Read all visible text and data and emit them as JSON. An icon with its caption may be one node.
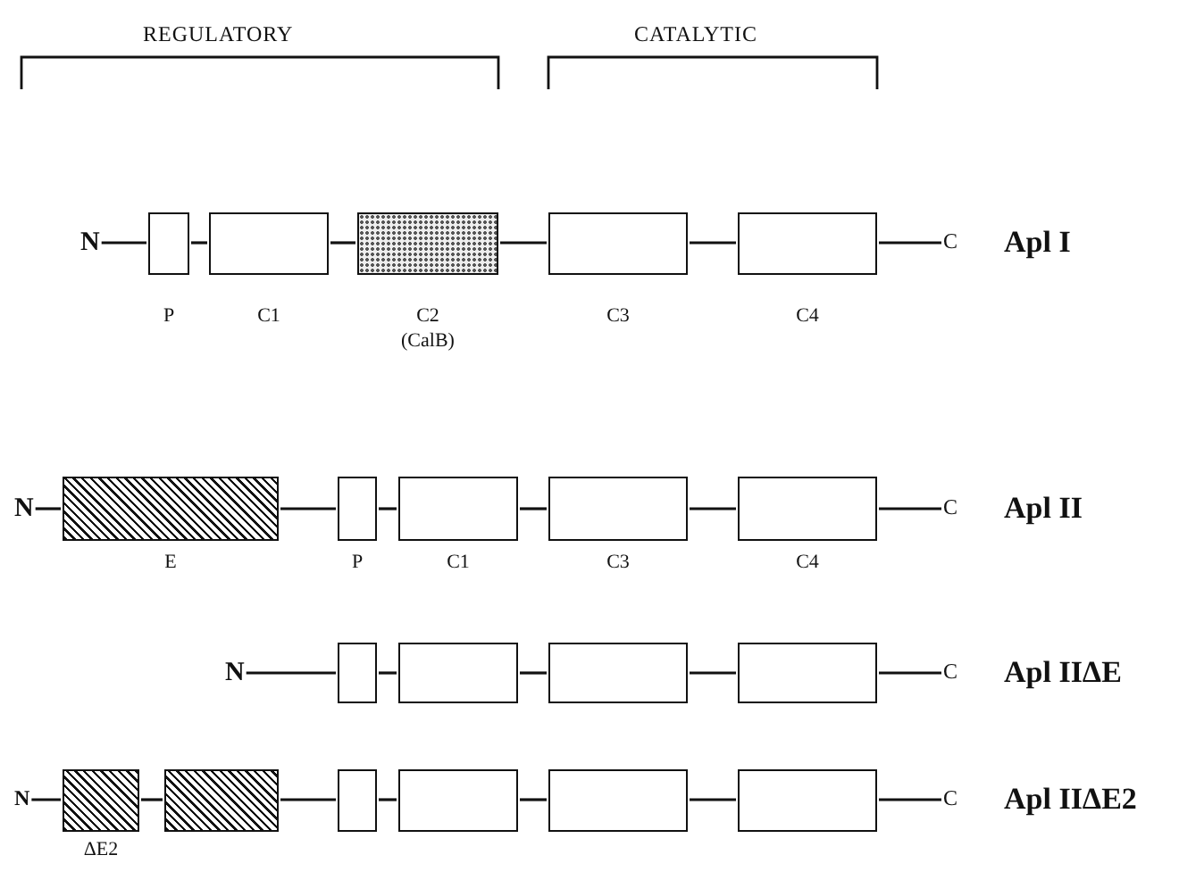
{
  "diagram": {
    "nodes": [
      {
        "text": [
          "N"
        ]
      },
      {
        "text": [],
        "shape": "box",
        "beside": [
          "P"
        ]
      },
      {
        "text": [],
        "shape": "box",
        "beside": [
          "C1"
        ]
      },
      {
        "text": [],
        "shape": "box",
        "beside": [
          "C2",
          "(CalB)"
        ]
      },
      {
        "text": [],
        "shape": "box",
        "beside": [
          "C3"
        ]
      },
      {
        "text": [],
        "shape": "box",
        "beside": [
          "C4"
        ]
      },
      {
        "text": [
          "C"
        ]
      },
      {
        "text": [
          "N"
        ]
      },
      {
        "text": [],
        "shape": "box",
        "beside": [
          "E"
        ]
      },
      {
        "text": [],
        "shape": "box",
        "beside": [
          "P"
        ]
      },
      {
        "text": [],
        "shape": "box",
        "beside": [
          "C1"
        ]
      },
      {
        "text": [],
        "shape": "box",
        "beside": [
          "C3"
        ]
      },
      {
        "text": [],
        "shape": "box",
        "beside": [
          "C4"
        ]
      },
      {
        "text": [
          "C"
        ]
      },
      {
        "text": [
          "N"
        ]
      },
      {
        "text": [],
        "shape": "box"
      },
      {
        "text": [],
        "shape": "box"
      },
      {
        "text": [],
        "shape": "box"
      },
      {
        "text": [],
        "shape": "box"
      },
      {
        "text": [
          "C"
        ]
      },
      {
        "text": [
          "N"
        ]
      },
      {
        "text": [],
        "shape": "box",
        "beside": [
          "ΔE2"
        ]
      },
      {
        "text": [],
        "shape": "box"
      },
      {
        "text": [],
        "shape": "box"
      },
      {
        "text": [],
        "shape": "box"
      },
      {
        "text": [],
        "shape": "box"
      },
      {
        "text": [],
        "shape": "box"
      },
      {
        "text": [
          "C"
        ]
      }
    ],
    "edges": [
      {
        "from": 0,
        "to": 1,
        "arrow": "none"
      },
      {
        "from": 1,
        "to": 2,
        "arrow": "none"
      },
      {
        "from": 2,
        "to": 3,
        "arrow": "none"
      },
      {
        "from": 3,
        "to": 4,
        "arrow": "none"
      },
      {
        "from": 4,
        "to": 5,
        "arrow": "none"
      },
      {
        "from": 5,
        "to": 6,
        "arrow": "none"
      },
      {
        "from": 7,
        "to": 8,
        "arrow": "none"
      },
      {
        "from": 8,
        "to": 9,
        "arrow": "none"
      },
      {
        "from": 9,
        "to": 10,
        "arrow": "none"
      },
      {
        "from": 10,
        "to": 11,
        "arrow": "none"
      },
      {
        "from": 11,
        "to": 12,
        "arrow": "none"
      },
      {
        "from": 12,
        "to": 13,
        "arrow": "none"
      },
      {
        "from": 14,
        "to": 15,
        "arrow": "none"
      },
      {
        "from": 15,
        "to": 16,
        "arrow": "none"
      },
      {
        "from": 16,
        "to": 17,
        "arrow": "none"
      },
      {
        "from": 17,
        "to": 18,
        "arrow": "none"
      },
      {
        "from": 18,
        "to": 19,
        "arrow": "none"
      },
      {
        "from": 20,
        "to": 21,
        "arrow": "none"
      },
      {
        "from": 21,
        "to": 22,
        "arrow": "none"
      },
      {
        "from": 22,
        "to": 23,
        "arrow": "none"
      },
      {
        "from": 23,
        "to": 24,
        "arrow": "none"
      },
      {
        "from": 24,
        "to": 25,
        "arrow": "none"
      },
      {
        "from": 25,
        "to": 26,
        "arrow": "none"
      },
      {
        "from": 26,
        "to": 27,
        "arrow": "none"
      }
    ],
    "labels": [
      "REGULATORY",
      "CATALYTIC",
      "Apl I",
      "Apl II",
      "Apl IIΔE",
      "Apl IIΔE2"
    ]
  }
}
